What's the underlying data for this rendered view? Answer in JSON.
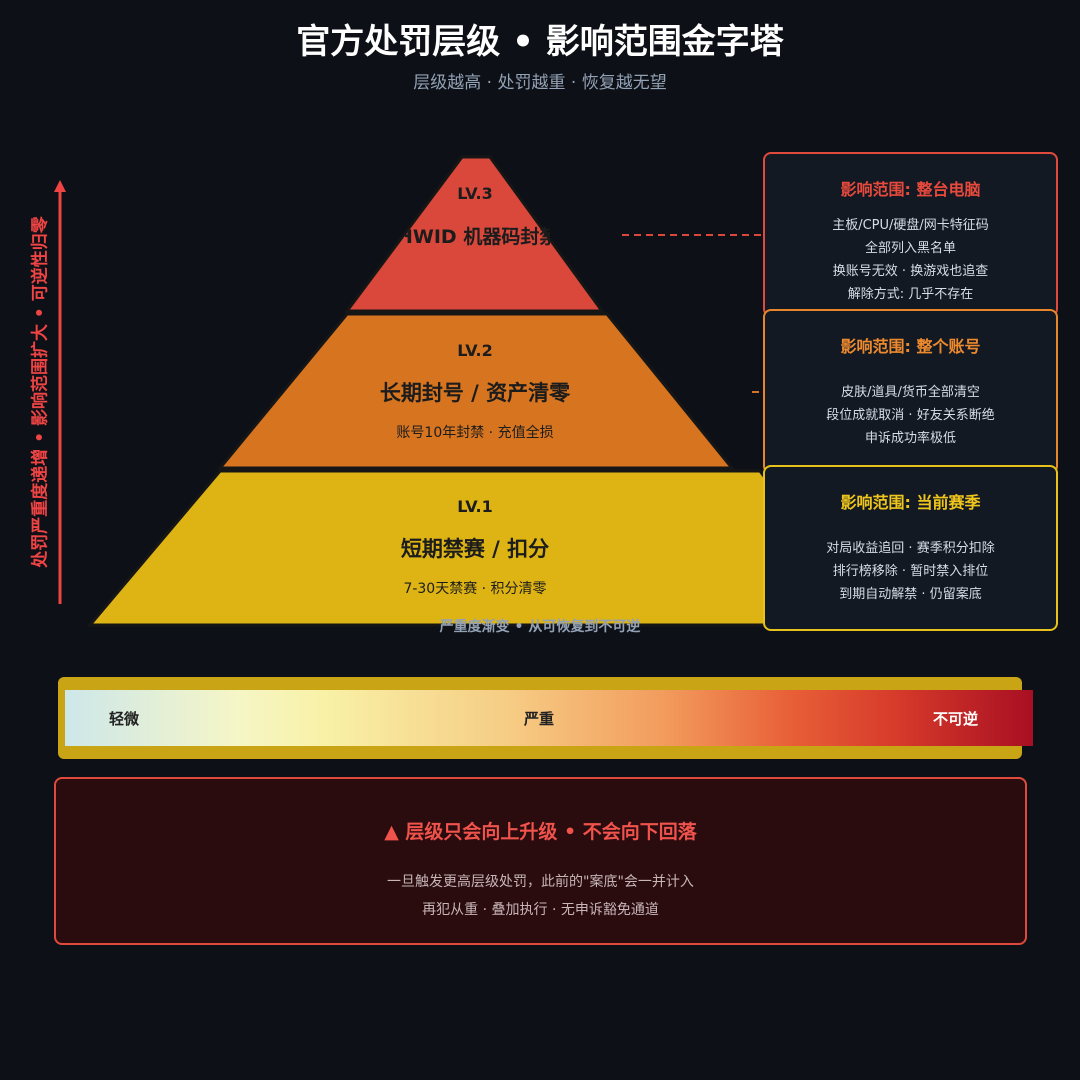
{
  "header": {
    "title": "官方处罚层级 • 影响范围金字塔",
    "subtitle": "层级越高 · 处罚越重 · 恢复越无望"
  },
  "side_label": "处罚严重度递增 • 影响范围扩大 • 可逆性归零",
  "tiers": [
    {
      "level": "LV.3",
      "name": "HWID 机器码封禁",
      "color": "#d9483b"
    },
    {
      "level": "LV.2",
      "name": "长期封号 / 资产清零",
      "desc": "账号10年封禁 · 充值全损",
      "color": "#d67420"
    },
    {
      "level": "LV.1",
      "name": "短期禁赛 / 扣分",
      "desc": "7-30天禁赛 · 积分清零",
      "color": "#deb414"
    }
  ],
  "pyramid_caption": "严重度渐变 • 从可恢复到不可逆",
  "cards": [
    {
      "title": "影响范围: 整台电脑",
      "color": "#e04a3c",
      "lines": [
        "主板/CPU/硬盘/网卡特征码",
        "全部列入黑名单",
        "换账号无效 · 换游戏也追查",
        "解除方式: 几乎不存在"
      ]
    },
    {
      "title": "影响范围: 整个账号",
      "color": "#e8862b",
      "lines": [
        "皮肤/道具/货币全部清空",
        "段位成就取消 · 好友关系断绝",
        "申诉成功率极低"
      ]
    },
    {
      "title": "影响范围: 当前赛季",
      "color": "#e7c21a",
      "lines": [
        "对局收益追回 · 赛季积分扣除",
        "排行榜移除 · 暂时禁入排位",
        "到期自动解禁 · 仍留案底"
      ]
    }
  ],
  "scale": {
    "labels": [
      "轻微",
      "严重",
      "不可逆"
    ]
  },
  "warning": {
    "title": "▲ 层级只会向上升级 • 不会向下回落",
    "lines": [
      "一旦触发更高层级处罚，此前的\"案底\"会一并计入",
      "再犯从重 · 叠加执行 · 无申诉豁免通道"
    ]
  },
  "colors": {
    "background": "#0d1016",
    "accent_red": "#ef4444",
    "tier3": "#d9483b",
    "tier2": "#d67420",
    "tier1": "#deb414"
  }
}
